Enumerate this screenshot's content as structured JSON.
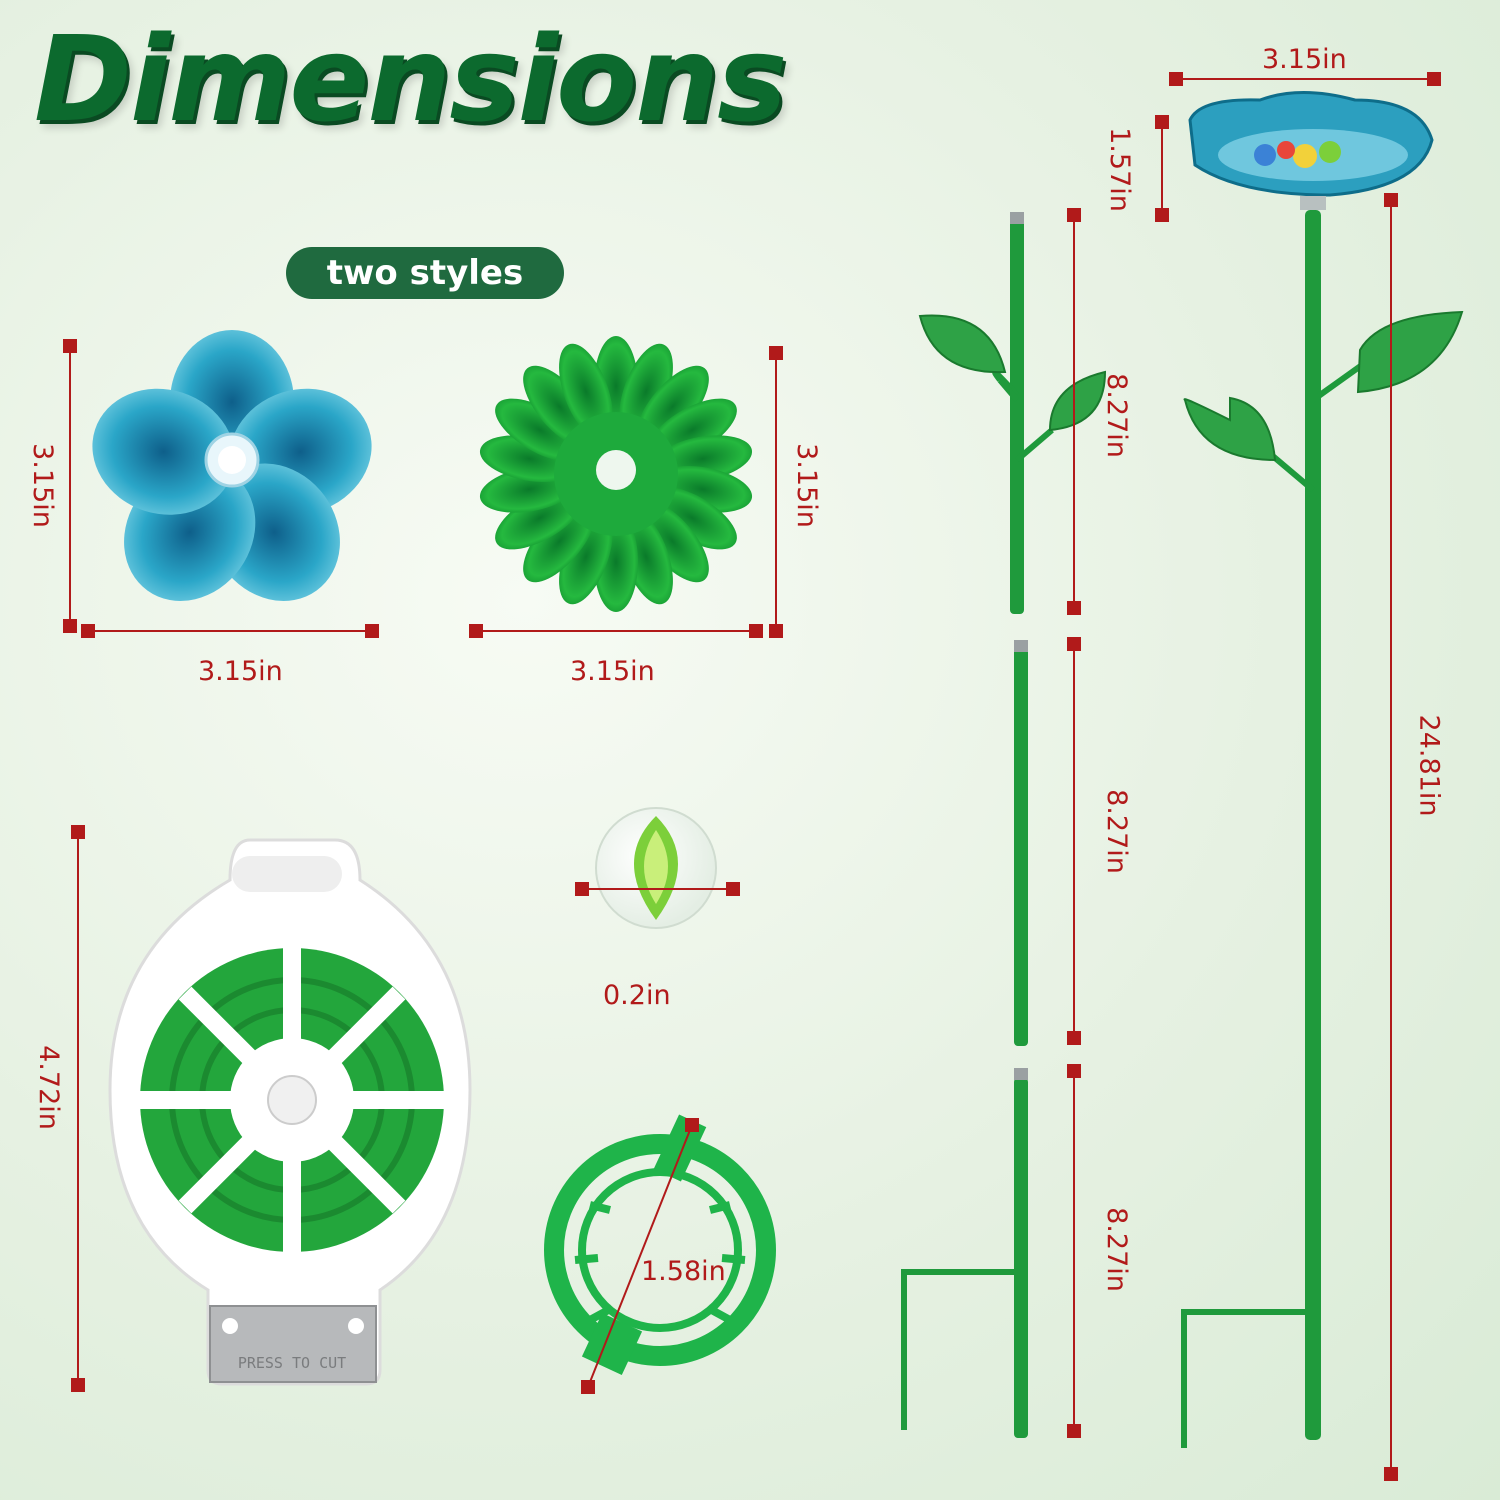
{
  "title": "Dimensions",
  "badge": "two styles",
  "measurements": {
    "blue_flower_height": "3.15in",
    "blue_flower_width": "3.15in",
    "green_flower_height": "3.15in",
    "green_flower_width": "3.15in",
    "tie_reel_height": "4.72in",
    "marble_diameter": "0.2in",
    "clip_diameter": "1.58in",
    "stake_segment_top": "8.27in",
    "stake_segment_middle": "8.27in",
    "stake_segment_bottom": "8.27in",
    "bird_bath_width": "3.15in",
    "bird_bath_depth": "1.57in",
    "stake_total_height": "24.81in"
  },
  "reel_print": "PRESS TO CUT",
  "colors": {
    "dimension_red": "#b11a1a",
    "title_green": "#0c6a2e",
    "stem_green": "#1f9a3c",
    "flower_blue": "#2aa6c8"
  }
}
